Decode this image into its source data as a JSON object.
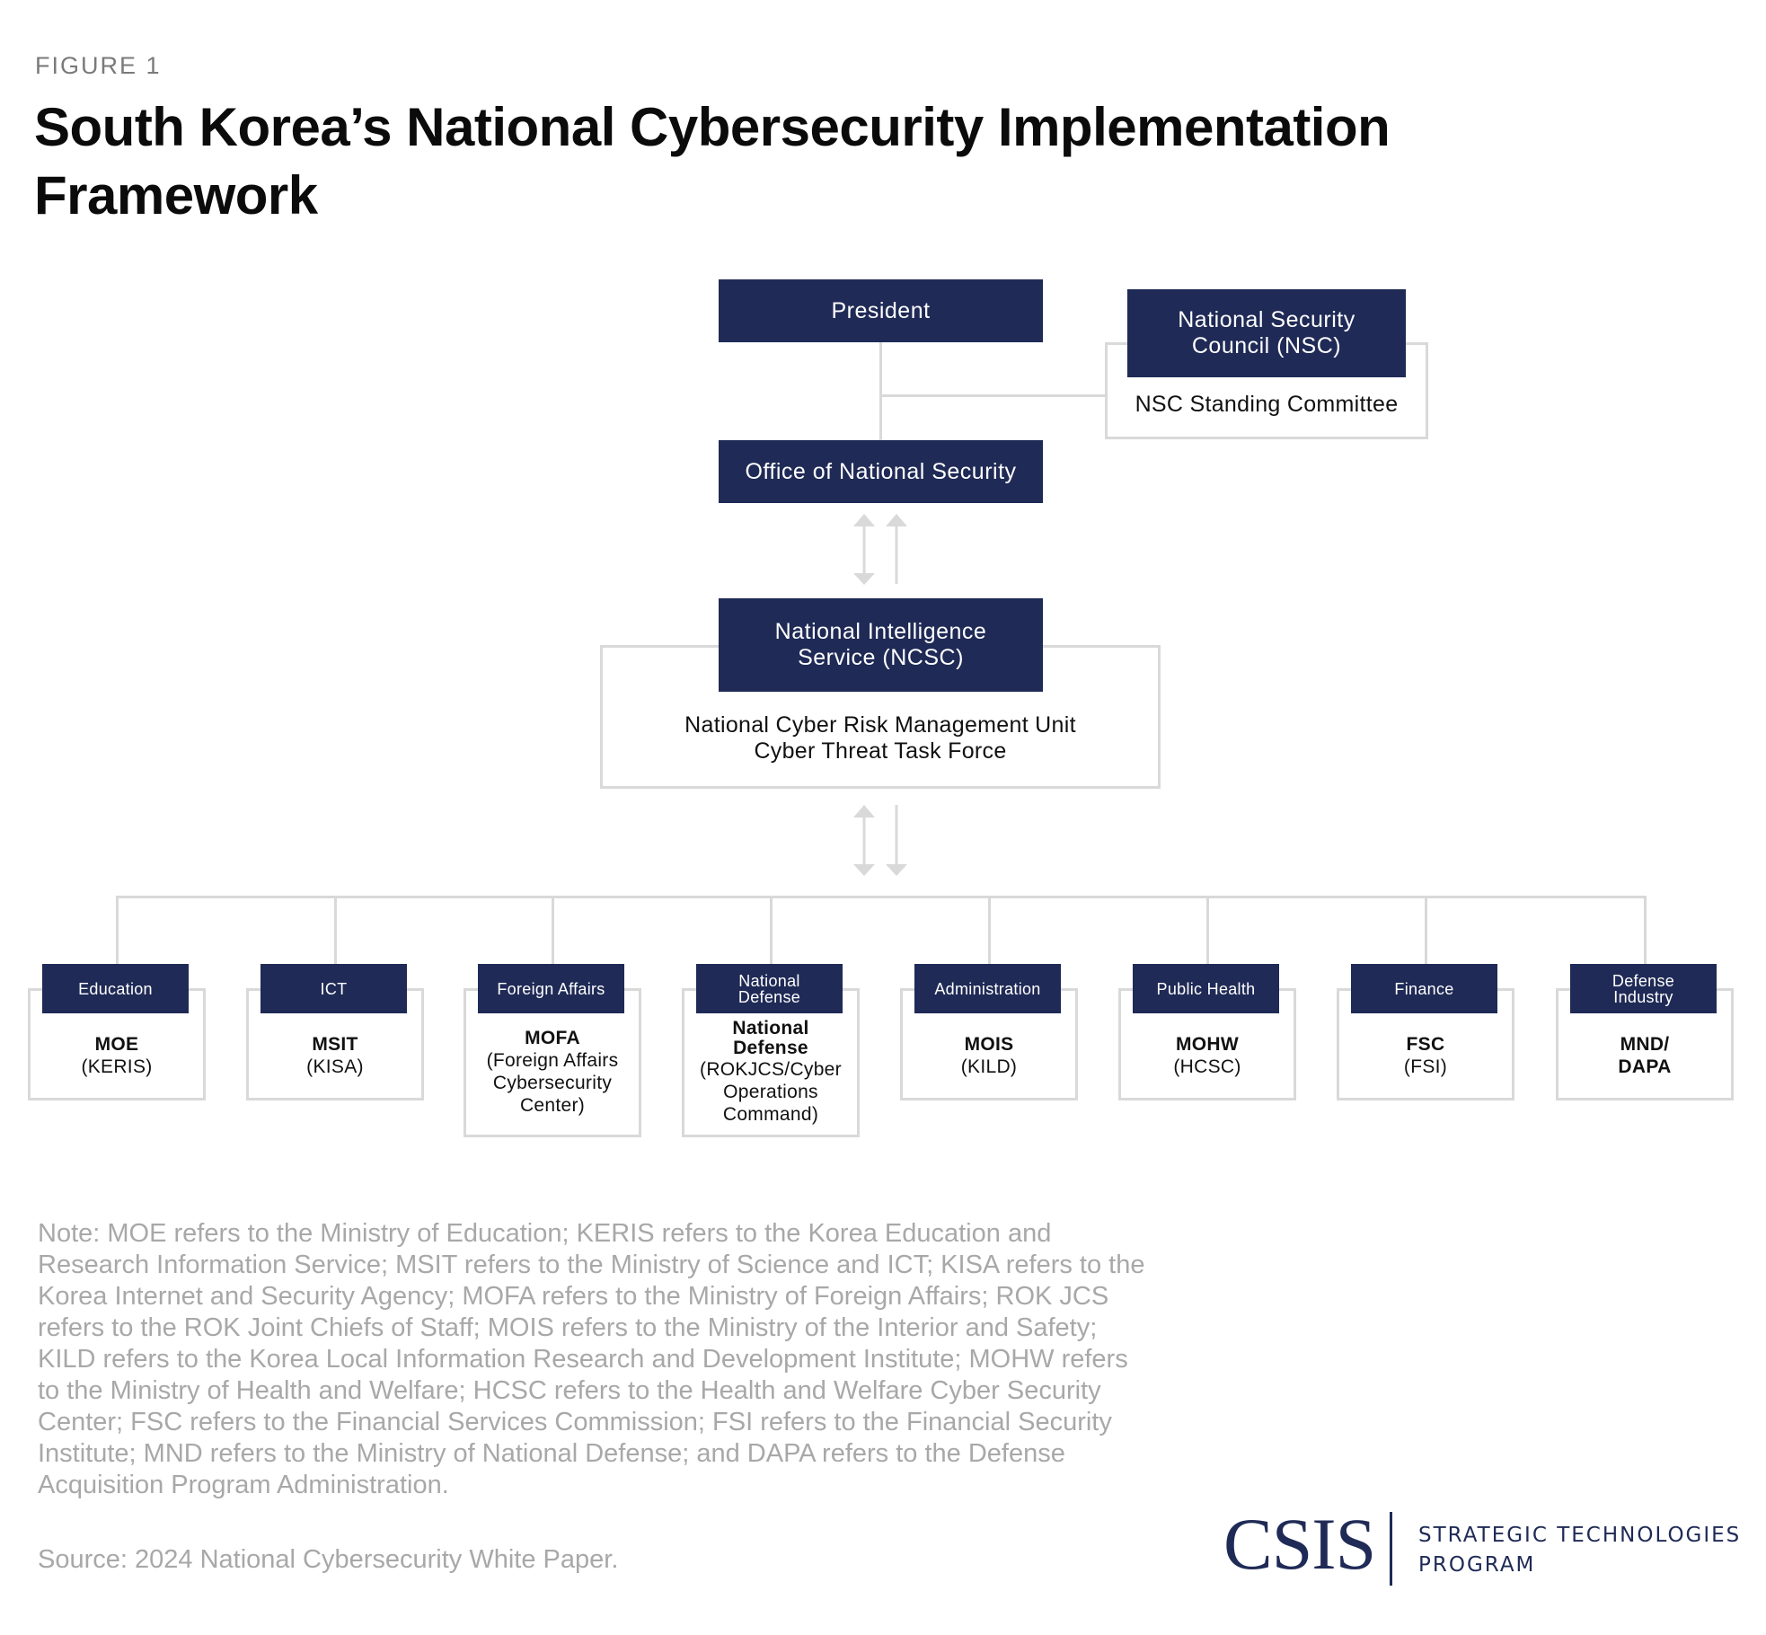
{
  "figure_label": "FIGURE 1",
  "title": "South Korea’s National Cybersecurity Implementation Framework",
  "nodes": {
    "president": "President",
    "nsc": "National Security Council (NSC)",
    "nsc_standing": "NSC Standing Committee",
    "office_ns": "Office of National Security",
    "nis": "National Intelligence Service (NCSC)",
    "nis_units": [
      "National Cyber Risk Management Unit",
      "Cyber Threat Task Force"
    ]
  },
  "sectors": [
    {
      "header": "Education",
      "agency": "MOE",
      "detail": "(KERIS)"
    },
    {
      "header": "ICT",
      "agency": "MSIT",
      "detail": "(KISA)"
    },
    {
      "header": "Foreign Affairs",
      "agency": "MOFA",
      "detail": "(Foreign Affairs Cybersecurity Center)"
    },
    {
      "header": "National Defense",
      "agency": "National Defense",
      "detail": "(ROKJCS/Cyber Operations Command)"
    },
    {
      "header": "Administration",
      "agency": "MOIS",
      "detail": "(KILD)"
    },
    {
      "header": "Public Health",
      "agency": "MOHW",
      "detail": "(HCSC)"
    },
    {
      "header": "Finance",
      "agency": "FSC",
      "detail": "(FSI)"
    },
    {
      "header": "Defense Industry",
      "agency": "MND/ DAPA",
      "detail": ""
    }
  ],
  "note": "Note: MOE refers to the Ministry of Education; KERIS refers to the Korea Education and Research Information Service; MSIT refers to the Ministry of Science and ICT; KISA refers to the Korea Internet and Security Agency; MOFA refers to the Ministry of Foreign Affairs; ROK JCS refers to the ROK Joint Chiefs of Staff; MOIS refers to the Ministry of the Interior and Safety; KILD refers to the Korea Local Information Research and Development Institute; MOHW refers to the Ministry of Health and Welfare; HCSC refers to the Health and Welfare Cyber Security Center; FSC refers to the Financial Services Commission; FSI refers to the Financial Security Institute; MND refers to the Ministry of National Defense; and DAPA refers to the Defense Acquisition Program Administration.",
  "source": "Source: 2024 National Cybersecurity White Paper.",
  "logo": {
    "org": "CSIS",
    "program_line1": "STRATEGIC TECHNOLOGIES",
    "program_line2": "PROGRAM"
  },
  "colors": {
    "navy": "#1f2a56",
    "connector": "#d9d9d9",
    "note_text": "#a8a8a8"
  }
}
